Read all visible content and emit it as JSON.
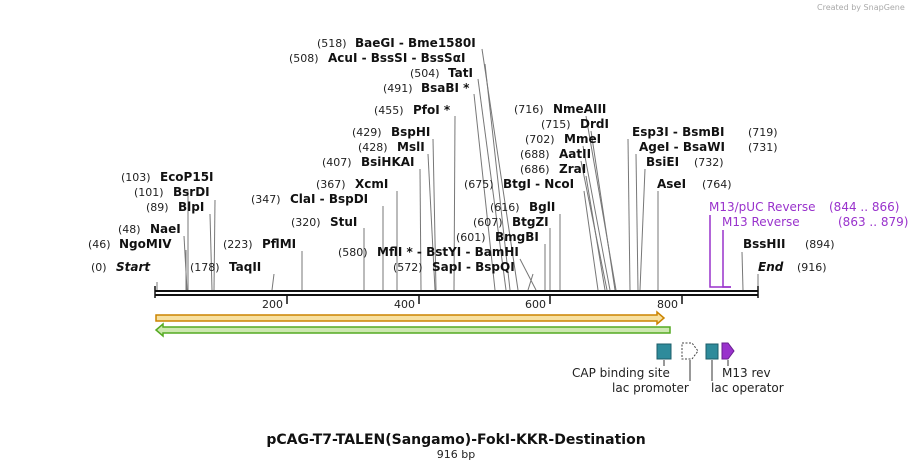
{
  "brand": {
    "text": "Created by SnapGene"
  },
  "map": {
    "title": "pCAG-T7-TALEN(Sangamo)-FokI-KKR-Destination",
    "length_label": "916 bp",
    "length": 916,
    "ticks": [
      "200",
      "400",
      "600",
      "800"
    ]
  },
  "labels": [
    {
      "pos": "(518)",
      "name": "BaeGI  - Bme1580I"
    },
    {
      "pos": "(508)",
      "name": "AcuI  - BssSI  - BssSαI"
    },
    {
      "pos": "(504)",
      "name": "TatI"
    },
    {
      "pos": "(491)",
      "name": "BsaBI *"
    },
    {
      "pos": "(455)",
      "name": "PfoI *"
    },
    {
      "pos": "(429)",
      "name": "BspHI"
    },
    {
      "pos": "(428)",
      "name": "MslI"
    },
    {
      "pos": "(407)",
      "name": "BsiHKAI"
    },
    {
      "pos": "(367)",
      "name": "XcmI"
    },
    {
      "pos": "(347)",
      "name": "ClaI  - BspDI"
    },
    {
      "pos": "(320)",
      "name": "StuI"
    },
    {
      "pos": "(580)",
      "name": "MflI *  - BstYI  - BamHI"
    },
    {
      "pos": "(572)",
      "name": "SapI  - BspQI"
    },
    {
      "pos": "(103)",
      "name": "EcoP15I"
    },
    {
      "pos": "(101)",
      "name": "BsrDI"
    },
    {
      "pos": "(89)",
      "name": "BlpI"
    },
    {
      "pos": "(48)",
      "name": "NaeI"
    },
    {
      "pos": "(46)",
      "name": "NgoMIV"
    },
    {
      "pos": "(223)",
      "name": "PflMI"
    },
    {
      "pos": "(178)",
      "name": "TaqII"
    },
    {
      "pos": "(0)",
      "name": "Start"
    },
    {
      "pos": "(716)",
      "name": "NmeAIII"
    },
    {
      "pos": "(715)",
      "name": "DrdI"
    },
    {
      "pos": "(702)",
      "name": "MmeI"
    },
    {
      "pos": "(688)",
      "name": "AatII"
    },
    {
      "pos": "(686)",
      "name": "ZraI"
    },
    {
      "pos": "(675)",
      "name": "BtgI  - NcoI"
    },
    {
      "pos": "(616)",
      "name": "BglI"
    },
    {
      "pos": "(607)",
      "name": "BtgZI"
    },
    {
      "pos": "(601)",
      "name": "BmgBI"
    },
    {
      "pos": "(719)",
      "name": "Esp3I  - BsmBI"
    },
    {
      "pos": "(731)",
      "name": "AgeI  - BsaWI"
    },
    {
      "pos": "(732)",
      "name": "BsiEI"
    },
    {
      "pos": "(764)",
      "name": "AseI"
    },
    {
      "pos": "(894)",
      "name": "BssHII"
    },
    {
      "pos": "(916)",
      "name": "End"
    }
  ],
  "primers": [
    {
      "name": "M13/pUC Reverse",
      "range": "(844 .. 866)"
    },
    {
      "name": "M13 Reverse",
      "range": "(863 .. 879)"
    }
  ],
  "features": {
    "cap": "CAP binding site",
    "lac_promoter": "lac promoter",
    "m13_rev": "M13 rev",
    "lac_operator": "lac operator"
  },
  "colors": {
    "orange_arrow": "#cc8400",
    "green_arrow": "#55aa22",
    "cap_box": "#2e8b9b",
    "lac_operator_box": "#2e8b9b",
    "m13_rev_arrow": "#9932cc",
    "primer": "#9932cc"
  }
}
